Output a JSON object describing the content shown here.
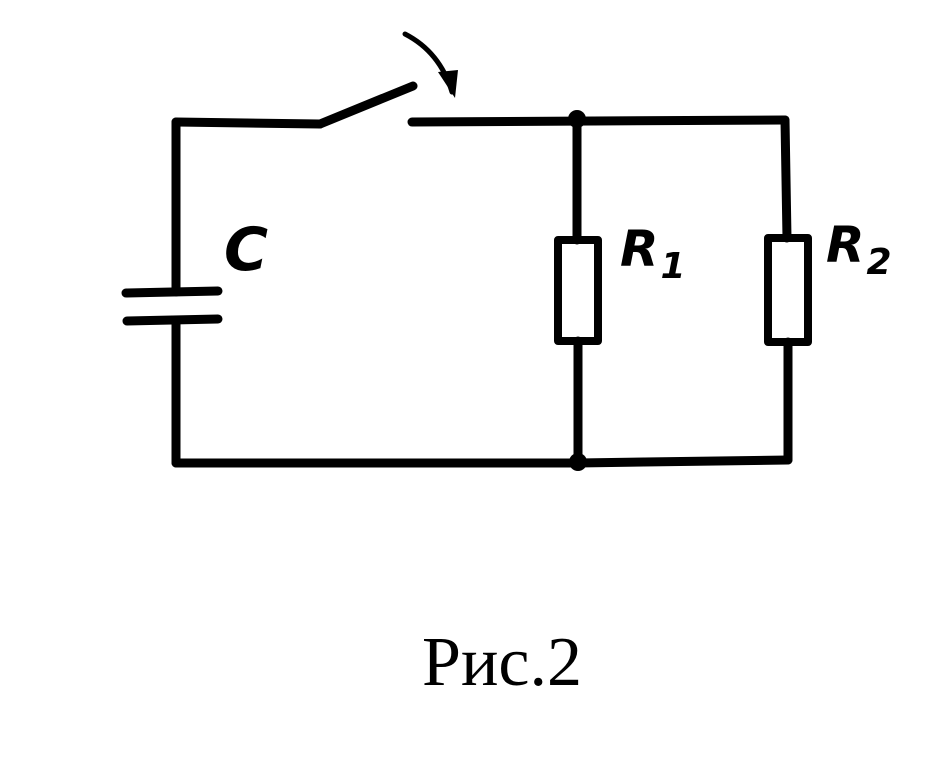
{
  "diagram": {
    "labels": {
      "capacitor": "C",
      "resistor1_main": "R",
      "resistor1_sub": "1",
      "resistor2_main": "R",
      "resistor2_sub": "2"
    }
  },
  "caption": "Рис.2"
}
